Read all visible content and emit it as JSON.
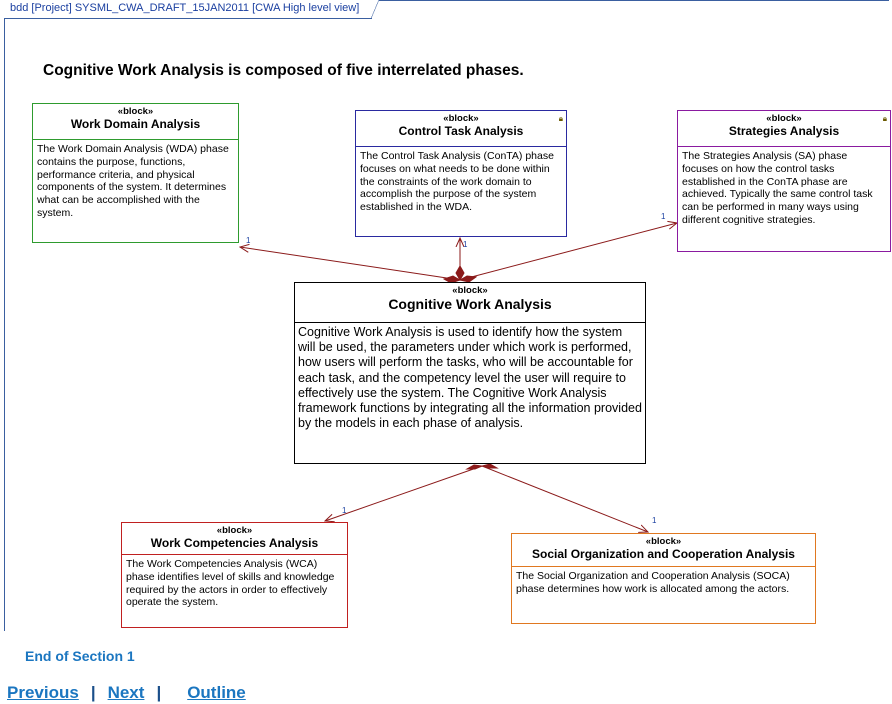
{
  "diagram_frame": {
    "tab_label": "bdd [Project] SYSML_CWA_DRAFT_15JAN2011 [CWA High level view]"
  },
  "heading": "Cognitive Work Analysis is composed of five interrelated phases.",
  "blocks": {
    "wda": {
      "stereotype": "«block»",
      "name": "Work Domain Analysis",
      "description": "The Work Domain Analysis (WDA) phase contains the purpose, functions, performance criteria, and physical components of the system. It determines what can be accomplished with the system."
    },
    "cta": {
      "stereotype": "«block»",
      "name": "Control Task Analysis",
      "description": "The Control Task Analysis (ConTA) phase focuses on what needs to be done within the constraints of the work domain to accomplish the purpose of the system established in the WDA."
    },
    "sa": {
      "stereotype": "«block»",
      "name": "Strategies Analysis",
      "description": "The Strategies Analysis (SA) phase focuses on how the control tasks established in the ConTA phase are achieved. Typically the same control task can be performed in many ways using different cognitive strategies."
    },
    "cwa": {
      "stereotype": "«block»",
      "name": "Cognitive Work Analysis",
      "description": "Cognitive Work Analysis is used to identify how the system will be used, the parameters under which work is performed, how users will perform the tasks, who will be accountable for each task, and the competency level the user will require to effectively use the system. The Cognitive Work Analysis framework functions by integrating all the information provided by the models in each phase of analysis."
    },
    "wca": {
      "stereotype": "«block»",
      "name": "Work Competencies Analysis",
      "description": "The Work Competencies Analysis (WCA) phase identifies level of skills and knowledge required by the actors in order to effectively operate the system."
    },
    "soca": {
      "stereotype": "«block»",
      "name": "Social Organization and Cooperation Analysis",
      "description": "The Social Organization and Cooperation Analysis (SOCA) phase determines how work is allocated among the actors."
    }
  },
  "multiplicity": "1",
  "connector_color": "#8b1a1a",
  "footer": {
    "end_of_section": "End of Section 1",
    "previous": "Previous",
    "next": "Next",
    "outline": "Outline",
    "separator": "|"
  }
}
